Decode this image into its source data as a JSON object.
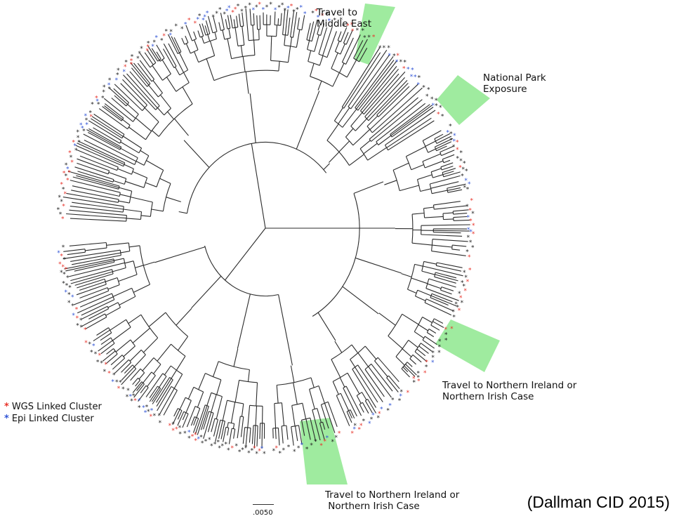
{
  "annotations": {
    "middle_east": "Travel to\nMiddle East",
    "national_park": "National Park\nExposure",
    "ni_right": "Travel to Northern Ireland or\nNorthern Irish Case",
    "ni_bottom": "Travel to Northern Ireland or\n Northern Irish Case"
  },
  "legend": {
    "items": [
      {
        "symbol": "*",
        "label": "WGS Linked Cluster",
        "color": "#e8332a"
      },
      {
        "symbol": "*",
        "label": "Epi Linked Cluster",
        "color": "#3155d6"
      }
    ]
  },
  "scale_bar": {
    "label": ".0050"
  },
  "citation": "(Dallman CID 2015)",
  "colors": {
    "branch": "#2b2b2b",
    "tip_default": "#222222",
    "tip_wgs": "#e8332a",
    "tip_epi": "#3155d6",
    "highlight": "#8ee88e"
  },
  "icons": {
    "legend_marker": "asterisk"
  }
}
